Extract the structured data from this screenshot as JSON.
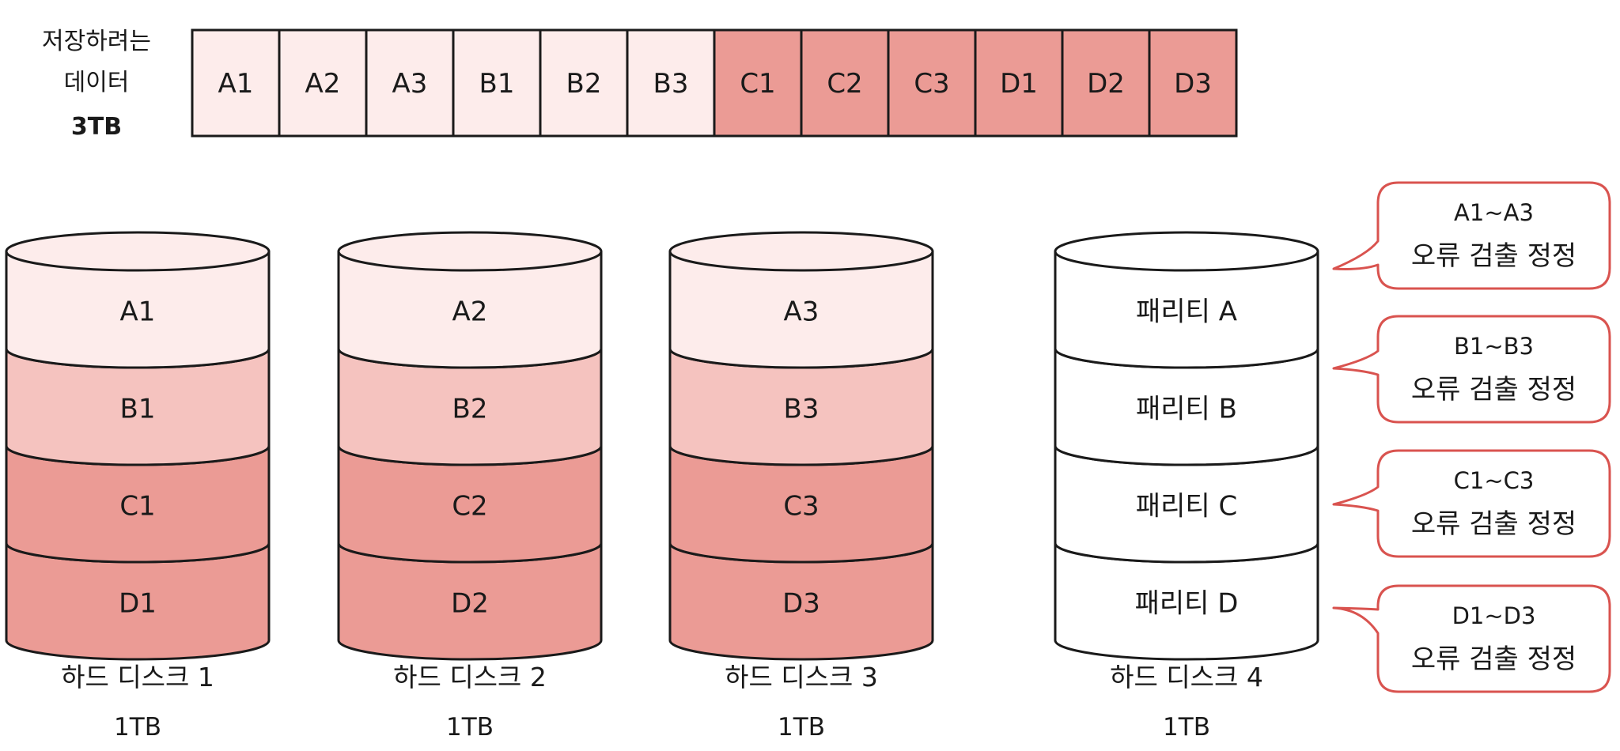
{
  "data_label": {
    "lines": [
      "저장하려는",
      "데이터"
    ],
    "size": "3TB"
  },
  "colors": {
    "block_light": "#fdeceb",
    "block_mid": "#f5c3bf",
    "block_dark": "#eb9b95",
    "outline": "#1a1a1a",
    "bubble_border": "#d9534f"
  },
  "data_blocks": [
    {
      "label": "A1",
      "shade": "light"
    },
    {
      "label": "A2",
      "shade": "light"
    },
    {
      "label": "A3",
      "shade": "light"
    },
    {
      "label": "B1",
      "shade": "light"
    },
    {
      "label": "B2",
      "shade": "light"
    },
    {
      "label": "B3",
      "shade": "light"
    },
    {
      "label": "C1",
      "shade": "dark"
    },
    {
      "label": "C2",
      "shade": "dark"
    },
    {
      "label": "C3",
      "shade": "dark"
    },
    {
      "label": "D1",
      "shade": "dark"
    },
    {
      "label": "D2",
      "shade": "dark"
    },
    {
      "label": "D3",
      "shade": "dark"
    }
  ],
  "disks": [
    {
      "name": "하드 디스크 1",
      "capacity": "1TB",
      "segments": [
        {
          "label": "A1",
          "shade": "light"
        },
        {
          "label": "B1",
          "shade": "mid"
        },
        {
          "label": "C1",
          "shade": "dark"
        },
        {
          "label": "D1",
          "shade": "dark"
        }
      ]
    },
    {
      "name": "하드 디스크 2",
      "capacity": "1TB",
      "segments": [
        {
          "label": "A2",
          "shade": "light"
        },
        {
          "label": "B2",
          "shade": "mid"
        },
        {
          "label": "C2",
          "shade": "dark"
        },
        {
          "label": "D2",
          "shade": "dark"
        }
      ]
    },
    {
      "name": "하드 디스크 3",
      "capacity": "1TB",
      "segments": [
        {
          "label": "A3",
          "shade": "light"
        },
        {
          "label": "B3",
          "shade": "mid"
        },
        {
          "label": "C3",
          "shade": "dark"
        },
        {
          "label": "D3",
          "shade": "dark"
        }
      ]
    },
    {
      "name": "하드 디스크 4",
      "capacity": "1TB",
      "segments": [
        {
          "label": "패리티 A",
          "shade": "white"
        },
        {
          "label": "패리티 B",
          "shade": "white"
        },
        {
          "label": "패리티 C",
          "shade": "white"
        },
        {
          "label": "패리티 D",
          "shade": "white"
        }
      ]
    }
  ],
  "callouts": [
    {
      "range": "A1~A3",
      "text": "오류 검출 정정"
    },
    {
      "range": "B1~B3",
      "text": "오류 검출 정정"
    },
    {
      "range": "C1~C3",
      "text": "오류 검출 정정"
    },
    {
      "range": "D1~D3",
      "text": "오류 검출 정정"
    }
  ]
}
